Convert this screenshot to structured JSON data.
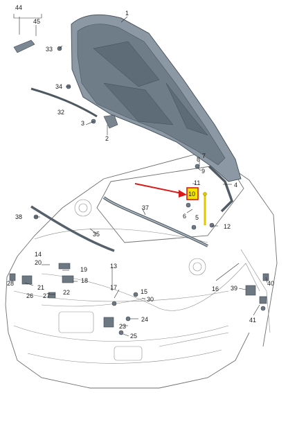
{
  "callouts": [
    {
      "id": "c1",
      "text": "1"
    },
    {
      "id": "c2",
      "text": "2"
    },
    {
      "id": "c3",
      "text": "3"
    },
    {
      "id": "c4",
      "text": "4"
    },
    {
      "id": "c5",
      "text": "5"
    },
    {
      "id": "c6",
      "text": "6"
    },
    {
      "id": "c7",
      "text": "7"
    },
    {
      "id": "c8",
      "text": "8"
    },
    {
      "id": "c9",
      "text": "9"
    },
    {
      "id": "c10",
      "text": "10"
    },
    {
      "id": "c11",
      "text": "11"
    },
    {
      "id": "c12",
      "text": "12"
    },
    {
      "id": "c13",
      "text": "13"
    },
    {
      "id": "c14",
      "text": "14"
    },
    {
      "id": "c15",
      "text": "15"
    },
    {
      "id": "c16",
      "text": "16"
    },
    {
      "id": "c17",
      "text": "17"
    },
    {
      "id": "c18",
      "text": "18"
    },
    {
      "id": "c19",
      "text": "19"
    },
    {
      "id": "c20",
      "text": "20"
    },
    {
      "id": "c21",
      "text": "21"
    },
    {
      "id": "c22",
      "text": "22"
    },
    {
      "id": "c23",
      "text": "23"
    },
    {
      "id": "c24",
      "text": "24"
    },
    {
      "id": "c25",
      "text": "25"
    },
    {
      "id": "c26",
      "text": "26"
    },
    {
      "id": "c27",
      "text": "27"
    },
    {
      "id": "c28",
      "text": "28"
    },
    {
      "id": "c30",
      "text": "30"
    },
    {
      "id": "c32",
      "text": "32"
    },
    {
      "id": "c33",
      "text": "33"
    },
    {
      "id": "c34",
      "text": "34"
    },
    {
      "id": "c35",
      "text": "35"
    },
    {
      "id": "c37",
      "text": "37"
    },
    {
      "id": "c38",
      "text": "38"
    },
    {
      "id": "c39",
      "text": "39"
    },
    {
      "id": "c40",
      "text": "40"
    },
    {
      "id": "c41",
      "text": "41"
    },
    {
      "id": "c44",
      "text": "44"
    },
    {
      "id": "c45",
      "text": "45"
    }
  ],
  "colors": {
    "hood_fill": "#8c99a4",
    "hood_dark": "#5e6c78",
    "highlight": "#f5e400",
    "highlight_border": "#d81a1a",
    "arrow": "#d81a1a"
  }
}
